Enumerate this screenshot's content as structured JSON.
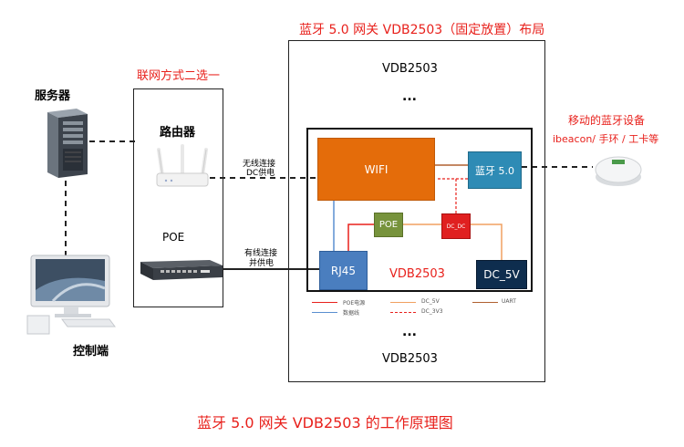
{
  "titles": {
    "top": "蓝牙 5.0 网关 VDB2503（固定放置）布局",
    "bottom": "蓝牙 5.0 网关 VDB2503 的工作原理图",
    "method": "联网方式二选一"
  },
  "left": {
    "server": "服务器",
    "console": "控制端",
    "router": "路由器",
    "poe": "POE"
  },
  "connections": {
    "wireless_line1": "无线连接",
    "wireless_line2": "DC供电",
    "wired_line1": "有线连接",
    "wired_line2": "并供电"
  },
  "device": {
    "name_top": "VDB2503",
    "ellipsis_top": "...",
    "ellipsis_bottom": "...",
    "name_bottom": "VDB2503",
    "board_label": "VDB2503"
  },
  "modules": {
    "wifi": "WIFI",
    "bt": "蓝牙 5.0",
    "poe": "POE",
    "dcdc": "DC_DC",
    "rj45": "RJ45",
    "dc5v": "DC_5V"
  },
  "legend": [
    {
      "label": "POE电源",
      "color": "#e8211c",
      "style": "solid"
    },
    {
      "label": "DC_5V",
      "color": "#f0a060",
      "style": "solid"
    },
    {
      "label": "UART",
      "color": "#b06030",
      "style": "solid"
    },
    {
      "label": "数据线",
      "color": "#5a8fd0",
      "style": "solid"
    },
    {
      "label": "DC_3V3",
      "color": "#e8211c",
      "style": "dashed"
    }
  ],
  "right": {
    "line1": "移动的蓝牙设备",
    "line2": "ibeacon/ 手环 / 工卡等"
  },
  "colors": {
    "accent_red": "#e8211c",
    "wifi": "#e46c0a",
    "bt": "#2e8bb5",
    "poe_module": "#77933c",
    "dcdc": "#e02020",
    "rj45": "#4a7ebf",
    "dc5v": "#0e2d4e"
  }
}
